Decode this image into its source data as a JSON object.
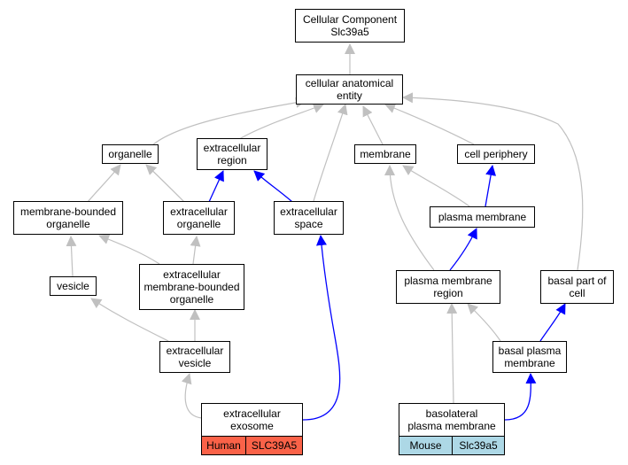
{
  "nodes": {
    "cc": "Cellular Component\nSlc39a5",
    "cae": "cellular anatomical\nentity",
    "organelle": "organelle",
    "ecr": "extracellular\nregion",
    "membrane": "membrane",
    "cellper": "cell periphery",
    "mbo": "membrane-bounded\norganelle",
    "eco": "extracellular\norganelle",
    "ecs": "extracellular\nspace",
    "pm": "plasma membrane",
    "vesicle": "vesicle",
    "ecmbo": "extracellular\nmembrane-bounded\norganelle",
    "pmr": "plasma membrane\nregion",
    "bpc": "basal part of\ncell",
    "ecv": "extracellular\nvesicle",
    "bpm": "basal plasma\nmembrane",
    "exo": "extracellular\nexosome",
    "blpm": "basolateral\nplasma membrane"
  },
  "annotations": {
    "human_species": "Human",
    "human_gene": "SLC39A5",
    "mouse_species": "Mouse",
    "mouse_gene": "Slc39a5"
  },
  "colors": {
    "is_a_edge": "#c0c0c0",
    "part_of_edge": "#0000ff",
    "human_fill": "#fa6248",
    "mouse_fill": "#add8e6"
  }
}
